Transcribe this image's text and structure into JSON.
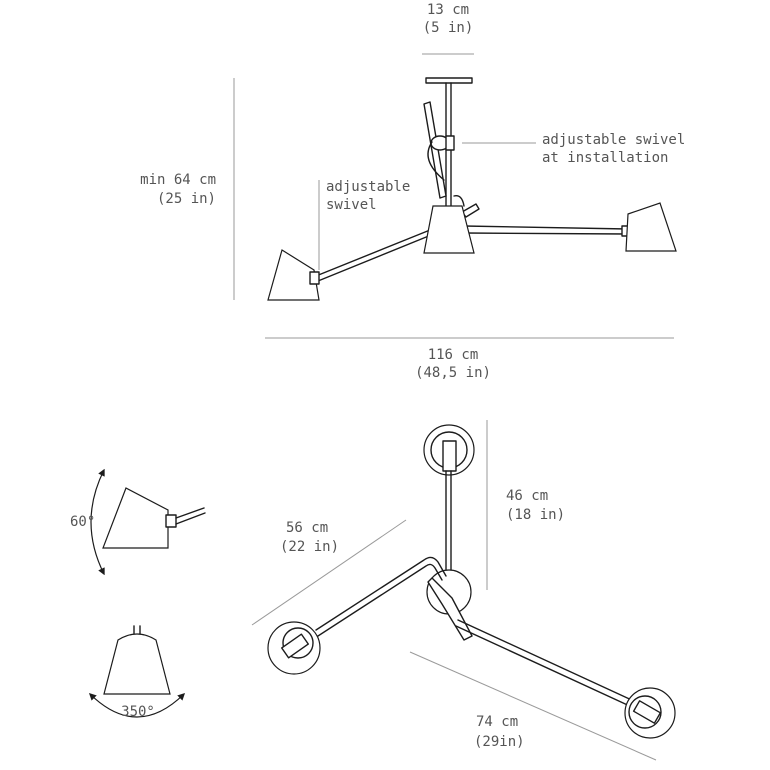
{
  "dimensions": {
    "canopy_width": {
      "line1": "13 cm",
      "line2": "(5 in)"
    },
    "min_height": {
      "line1": "min 64 cm",
      "line2": "(25 in)"
    },
    "total_width": {
      "line1": "116 cm",
      "line2": "(48,5 in)"
    },
    "arm_short": {
      "line1": "46 cm",
      "line2": "(18 in)"
    },
    "arm_medium": {
      "line1": "56 cm",
      "line2": "(22 in)"
    },
    "arm_long": {
      "line1": "74 cm",
      "line2": "(29in)"
    }
  },
  "callouts": {
    "swivel_install": {
      "line1": "adjustable swivel",
      "line2": "at installation"
    },
    "swivel": {
      "line1": "adjustable",
      "line2": "swivel"
    }
  },
  "angles": {
    "tilt": "60°",
    "rotation": "350°"
  }
}
